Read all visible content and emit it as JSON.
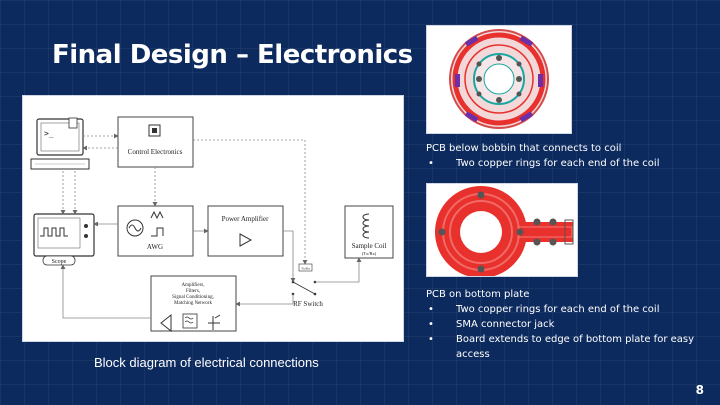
{
  "slide": {
    "title": "Final Design – Electronics",
    "page_number": "8"
  },
  "diagram": {
    "caption": "Block diagram of electrical connections",
    "blocks": {
      "control_electronics": "Control Electronics",
      "awg": "AWG",
      "power_amplifier": "Power Amplifier",
      "sample_coil": "Sample Coil",
      "sample_coil_sub": "(Tx/Rx)",
      "scope": "Scope",
      "conditioning_line1": "Amplifiers,",
      "conditioning_line2": "Filters,",
      "conditioning_line3": "Signal Conditioning,",
      "conditioning_line4": "Matching Network",
      "rf_switch": "RF Switch",
      "tx_tag": "Tx/Rx",
      "computer_prompt": ">_"
    }
  },
  "pcb_bobbin": {
    "heading": "PCB below bobbin that connects to coil",
    "bullets": [
      "Two copper rings for each end of the coil"
    ]
  },
  "pcb_bottom": {
    "heading": "PCB on bottom plate",
    "bullets": [
      "Two copper rings for each end of the coil",
      "SMA connector jack",
      "Board extends to edge of bottom plate for easy access"
    ]
  },
  "colors": {
    "background": "#0d2a5e",
    "pcb_red": "#e8302c",
    "pcb_purple": "#6b2fa8",
    "pcb_teal": "#1aa6a0"
  }
}
